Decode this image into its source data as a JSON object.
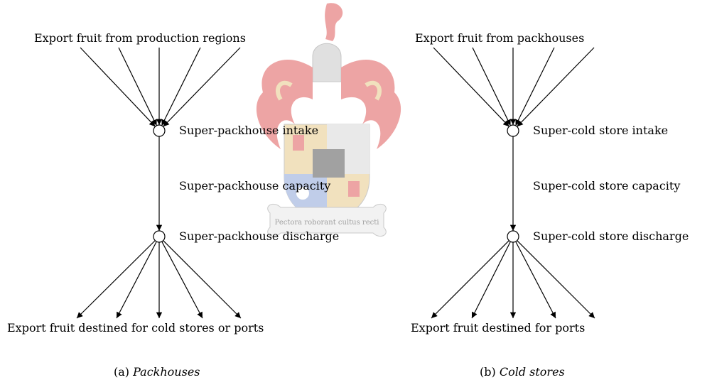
{
  "watermark": {
    "description_name": "university-crest-watermark",
    "motto": "Pectora roborant cultus recti",
    "colors": {
      "mantle": "#e05a5a",
      "shield_gold": "#e6c98a",
      "shield_blue": "#8ea6d8",
      "grey": "#bfbfbf"
    }
  },
  "panels": [
    {
      "id": "a",
      "top_label": "Export fruit from production regions",
      "intake_label": "Super-packhouse intake",
      "capacity_label": "Super-packhouse capacity",
      "discharge_label": "Super-packhouse discharge",
      "bottom_label": "Export fruit destined for cold stores or ports",
      "caption_prefix": "(a)",
      "caption_title": "Packhouses"
    },
    {
      "id": "b",
      "top_label": "Export fruit from packhouses",
      "intake_label": "Super-cold store intake",
      "capacity_label": "Super-cold store capacity",
      "discharge_label": "Super-cold store discharge",
      "bottom_label": "Export fruit destined for ports",
      "caption_prefix": "(b)",
      "caption_title": "Cold stores"
    }
  ],
  "colors": {
    "line": "#000000",
    "node_fill": "#ffffff"
  }
}
